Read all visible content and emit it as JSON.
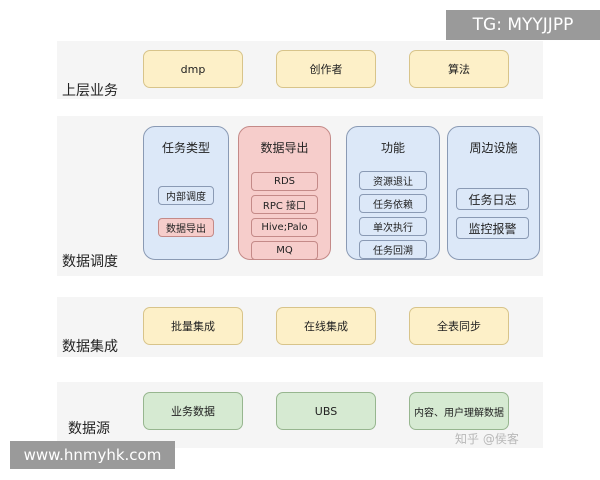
{
  "watermark_top": "TG: MYYJJPP",
  "watermark_bottom": "www.hnmyhk.com",
  "watermark_zhihu": "知乎 @侯客",
  "layers": {
    "upper": {
      "label": "上层业务",
      "items": [
        "dmp",
        "创作者",
        "算法"
      ]
    },
    "scheduling": {
      "label": "数据调度",
      "columns": [
        {
          "title": "任务类型",
          "items": [
            "内部调度",
            "数据导出"
          ]
        },
        {
          "title": "数据导出",
          "items": [
            "RDS",
            "RPC 接口",
            "Hive;Palo",
            "MQ"
          ]
        },
        {
          "title": "功能",
          "items": [
            "资源退让",
            "任务依赖",
            "单次执行",
            "任务回溯"
          ]
        },
        {
          "title": "周边设施",
          "items": [
            "任务日志",
            "监控报警"
          ]
        }
      ]
    },
    "integration": {
      "label": "数据集成",
      "items": [
        "批量集成",
        "在线集成",
        "全表同步"
      ]
    },
    "source": {
      "label": "数据源",
      "items": [
        "业务数据",
        "UBS",
        "内容、用户理解数据"
      ]
    }
  },
  "colors": {
    "yellow": "#fdf0c8",
    "blue": "#dce8f8",
    "red": "#f6cdcb",
    "green": "#d6ead2"
  }
}
